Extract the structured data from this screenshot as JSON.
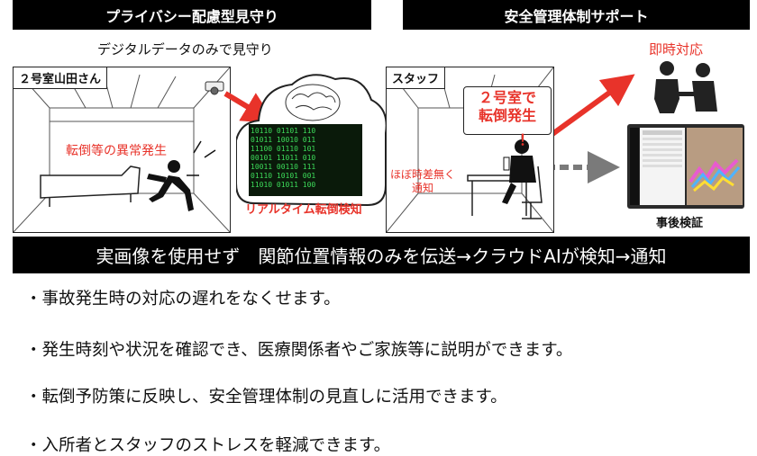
{
  "headers": {
    "left": "プライバシー配慮型見守り",
    "right": "安全管理体制サポート"
  },
  "left_panel": {
    "subtitle": "デジタルデータのみで見守り",
    "room_label": "２号室山田さん",
    "anomaly_text": "転倒等の異常発生"
  },
  "cloud": {
    "caption": "リアルタイム転倒検知"
  },
  "right_panel": {
    "room_label": "スタッフ",
    "callout_line1": "２号室で",
    "callout_line2": "転倒発生",
    "callout_mark": "！",
    "notify_line1": "ほぼ時差無く",
    "notify_line2": "通知",
    "immediate_label": "即時対応",
    "review_label": "事後検証"
  },
  "banner": "実画像を使用せず　関節位置情報のみを伝送→クラウドAIが検知→通知",
  "bullets": [
    "・事故発生時の対応の遅れをなくせます。",
    "・発生時刻や状況を確認でき、医療関係者やご家族等に説明ができます。",
    "・転倒予防策に反映し、安全管理体制の見直しに活用できます。",
    "・入所者とスタッフのストレスを軽減できます。"
  ],
  "colors": {
    "accent_red": "#e8332a",
    "banner_bg": "#000000",
    "matrix_green": "#3ddc5a"
  }
}
